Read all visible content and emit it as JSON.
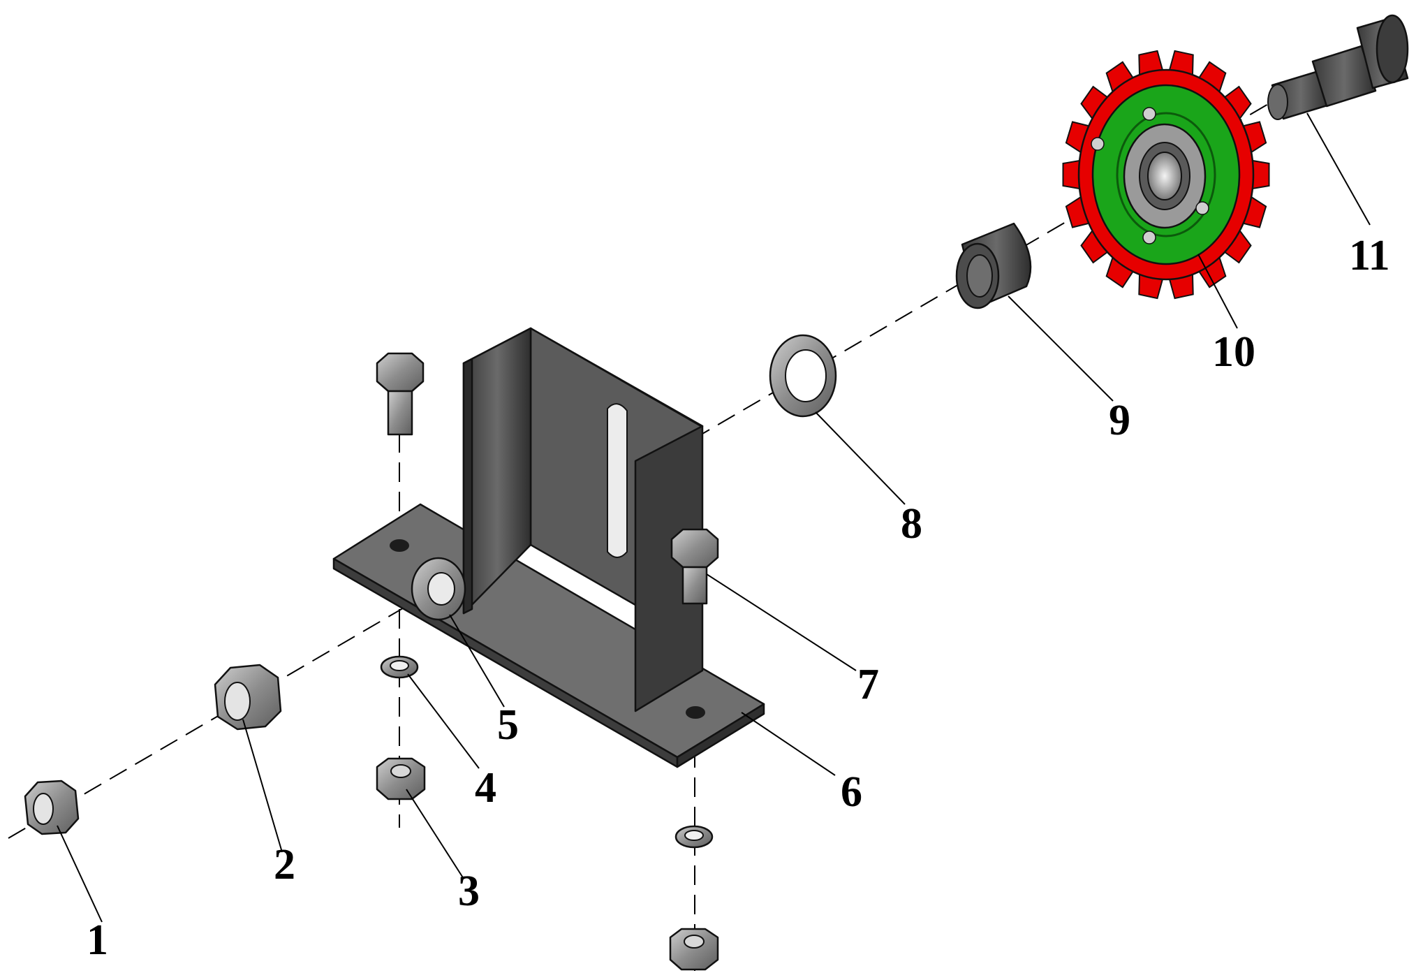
{
  "callouts": {
    "c1": "1",
    "c2": "2",
    "c3": "3",
    "c4": "4",
    "c5": "5",
    "c6": "6",
    "c7": "7",
    "c8": "8",
    "c9": "9",
    "c10": "10",
    "c11": "11"
  },
  "colors": {
    "sprocket": "#e60000",
    "sprocket_hub": "#1aa51a",
    "bracket": "#555555",
    "hardware": "#9a9a9a"
  }
}
